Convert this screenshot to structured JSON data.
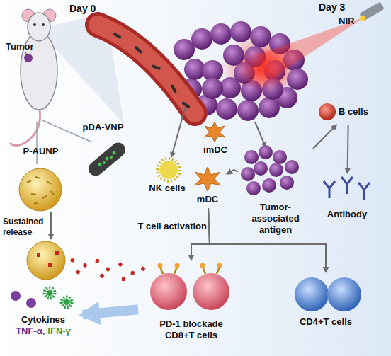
{
  "diagram": {
    "nodes": [
      {
        "text": [
          "Tumor"
        ]
      },
      {
        "text": [
          "P-AUNP"
        ]
      },
      {
        "text": [
          "pDA-VNP"
        ]
      },
      {
        "text": [
          "NK cells"
        ]
      },
      {
        "text": [
          "imDC"
        ]
      },
      {
        "text": [
          "B cells"
        ]
      },
      {
        "text": [
          "mDC"
        ]
      },
      {
        "text": [
          "Tumor-associated antigen"
        ]
      },
      {
        "text": [
          "Antibody"
        ]
      },
      {
        "text": [
          "PD-1 blockade CD8+T cells"
        ]
      },
      {
        "text": [
          "CD4+T cells"
        ]
      },
      {
        "text": [
          "Cytokines",
          "TNF-α,",
          "IFN-γ"
        ]
      }
    ],
    "edges": [
      {
        "from": 7,
        "to": 5,
        "arrow": "to"
      },
      {
        "from": 5,
        "to": 8,
        "arrow": "to"
      },
      {
        "from": 7,
        "to": 6,
        "arrow": "to"
      },
      {
        "from": 6,
        "to": 9,
        "arrow": "to",
        "label": "T cell activation"
      },
      {
        "from": 6,
        "to": 10,
        "arrow": "to"
      },
      {
        "from": 9,
        "to": 11,
        "arrow": "to"
      }
    ],
    "labels": [
      "Day 0",
      "Day 3",
      "NIR",
      "Sustained release"
    ]
  }
}
